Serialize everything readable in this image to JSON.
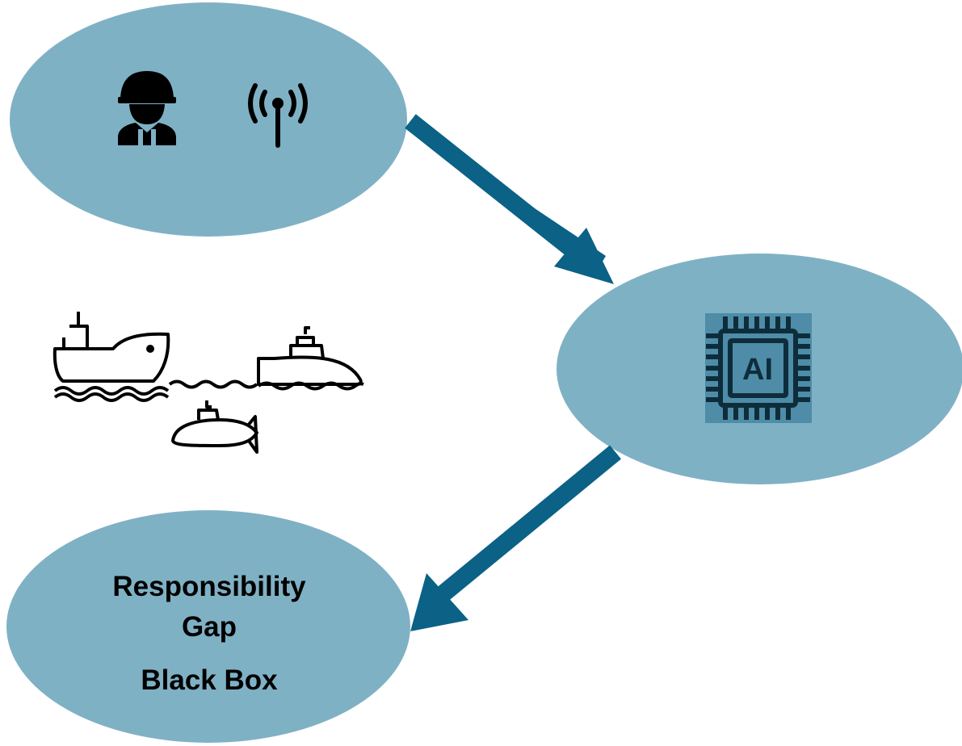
{
  "diagram": {
    "nodes": {
      "human_operator": {
        "icons": [
          "soldier-icon",
          "antenna-signal-icon"
        ]
      },
      "ai_system": {
        "icons": [
          "ai-chip-icon"
        ],
        "chip_text": "AI"
      },
      "outcome": {
        "line1": "Responsibility",
        "line2": "Gap",
        "line3": "Black Box"
      }
    },
    "vehicles": {
      "icons": [
        "cargo-ship-icon",
        "submarine-icon",
        "underwater-drone-icon"
      ]
    },
    "edges": [
      {
        "from": "human_operator",
        "to": "ai_system"
      },
      {
        "from": "ai_system",
        "to": "outcome"
      }
    ]
  },
  "colors": {
    "ellipse_fill": "#7fb1c5",
    "arrow": "#0b6186",
    "chip_bg": "#4e8ca8",
    "chip_line": "#0e2d3b"
  }
}
